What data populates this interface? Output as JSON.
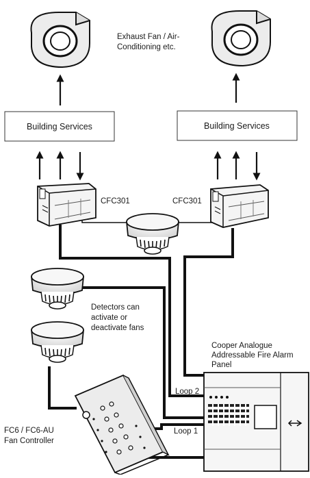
{
  "labels": {
    "exhaust_line1": "Exhaust Fan / Air-",
    "exhaust_line2": "Conditioning etc.",
    "building_services_left": "Building Services",
    "building_services_right": "Building Services",
    "cfc301_left": "CFC301",
    "cfc301_right": "CFC301",
    "detectors_line1": "Detectors can",
    "detectors_line2": "activate or",
    "detectors_line3": "deactivate fans",
    "panel_line1": "Cooper Analogue",
    "panel_line2": "Addressable Fire Alarm",
    "panel_line3": "Panel",
    "loop2": "Loop 2",
    "loop1": "Loop 1",
    "controller_line1": "FC6 / FC6-AU",
    "controller_line2": "Fan Controller"
  }
}
